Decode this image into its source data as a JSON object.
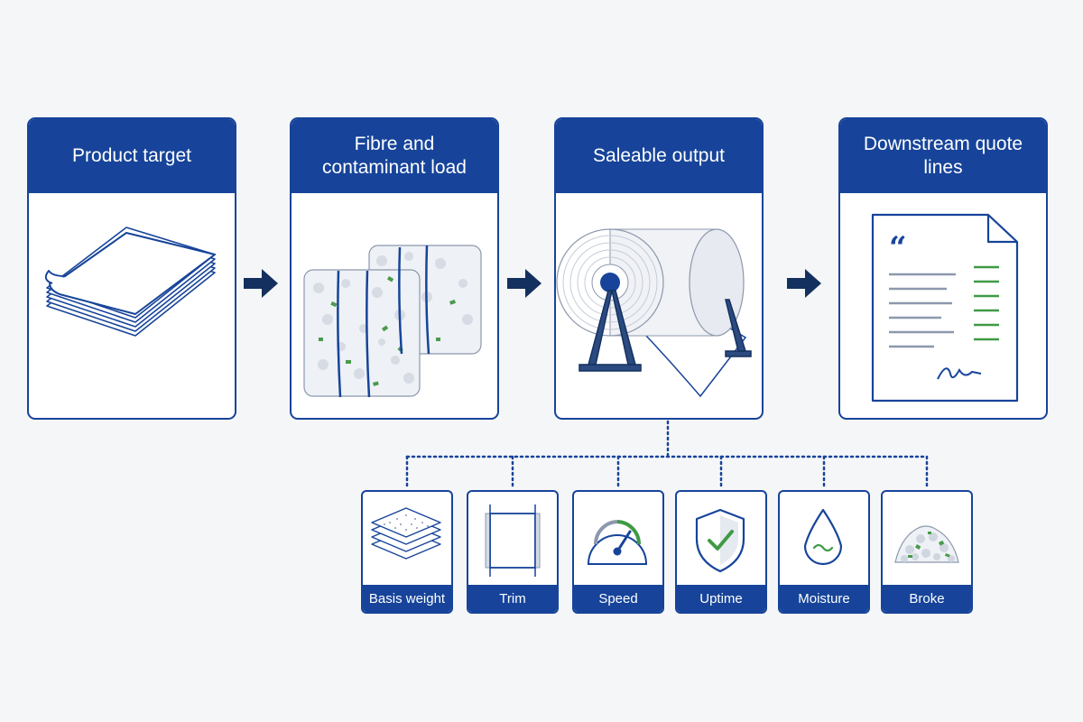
{
  "colors": {
    "primary": "#17449a",
    "arrow": "#14305e",
    "accent_green": "#3f9a45",
    "background": "#f5f6f8"
  },
  "flow": {
    "steps": [
      {
        "label": "Product target",
        "icon": "paper-stack-icon"
      },
      {
        "label": "Fibre and contaminant load",
        "icon": "fibre-bales-icon"
      },
      {
        "label": "Saleable output",
        "icon": "paper-roll-icon"
      },
      {
        "label": "Downstream quote lines",
        "icon": "quote-document-icon"
      }
    ]
  },
  "factors": {
    "items": [
      {
        "label": "Basis weight",
        "icon": "sheet-layers-icon"
      },
      {
        "label": "Trim",
        "icon": "trim-icon"
      },
      {
        "label": "Speed",
        "icon": "speedometer-icon"
      },
      {
        "label": "Uptime",
        "icon": "shield-check-icon"
      },
      {
        "label": "Moisture",
        "icon": "water-drop-icon"
      },
      {
        "label": "Broke",
        "icon": "broke-pile-icon"
      }
    ]
  }
}
